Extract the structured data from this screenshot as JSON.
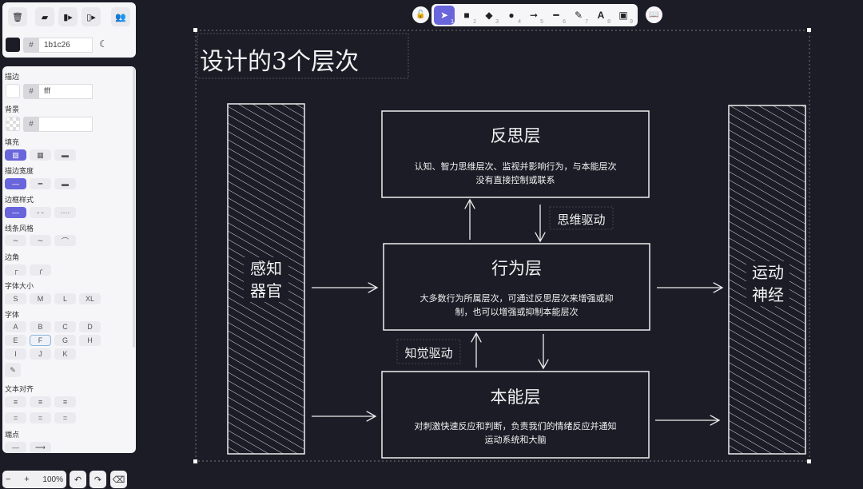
{
  "top_panel": {
    "icons": [
      "trash-icon",
      "folder-open-icon",
      "export-icon",
      "export-image-icon",
      "collaborate-icon"
    ],
    "canvas_bg_hex": "1b1c26",
    "canvas_bg_color": "#1b1c26"
  },
  "props": {
    "stroke_label": "描边",
    "stroke_hex": "fff",
    "background_label": "背景",
    "background_hex": "",
    "fill_label": "填充",
    "stroke_width_label": "描边宽度",
    "stroke_style_label": "边框样式",
    "sloppiness_label": "线条风格",
    "edges_label": "边角",
    "font_size_label": "字体大小",
    "font_sizes": [
      "S",
      "M",
      "L",
      "XL"
    ],
    "font_family_label": "字体",
    "fonts": [
      "A",
      "B",
      "C",
      "D",
      "E",
      "F",
      "G",
      "H",
      "I",
      "J",
      "K"
    ],
    "text_align_label": "文本对齐",
    "arrowheads_label": "端点"
  },
  "toolbar": {
    "tools": [
      {
        "icon": "pointer-icon",
        "key": "1"
      },
      {
        "icon": "rectangle-icon",
        "key": "2"
      },
      {
        "icon": "diamond-icon",
        "key": "3"
      },
      {
        "icon": "ellipse-icon",
        "key": "4"
      },
      {
        "icon": "arrow-icon",
        "key": "5"
      },
      {
        "icon": "line-icon",
        "key": "6"
      },
      {
        "icon": "pencil-icon",
        "key": "7"
      },
      {
        "icon": "text-icon",
        "key": "8"
      },
      {
        "icon": "image-icon",
        "key": "9"
      }
    ]
  },
  "footer": {
    "zoom": "100%"
  },
  "canvas": {
    "title": "设计的3个层次",
    "left_pillar": "感知器官",
    "right_pillar": "运动神经",
    "reflective": {
      "title": "反思层",
      "desc1": "认知、智力思维层次、监视并影响行为，与本能层次",
      "desc2": "没有直接控制或联系"
    },
    "behavioral": {
      "title": "行为层",
      "desc1": "大多数行为所属层次，可通过反思层次来增强或抑",
      "desc2": "制，也可以增强或抑制本能层次"
    },
    "visceral": {
      "title": "本能层",
      "desc1": "对刺激快速反应和判断，负责我们的情绪反应并通知",
      "desc2": "运动系统和大脑"
    },
    "label_thinking": "思维驱动",
    "label_perception": "知觉驱动"
  }
}
